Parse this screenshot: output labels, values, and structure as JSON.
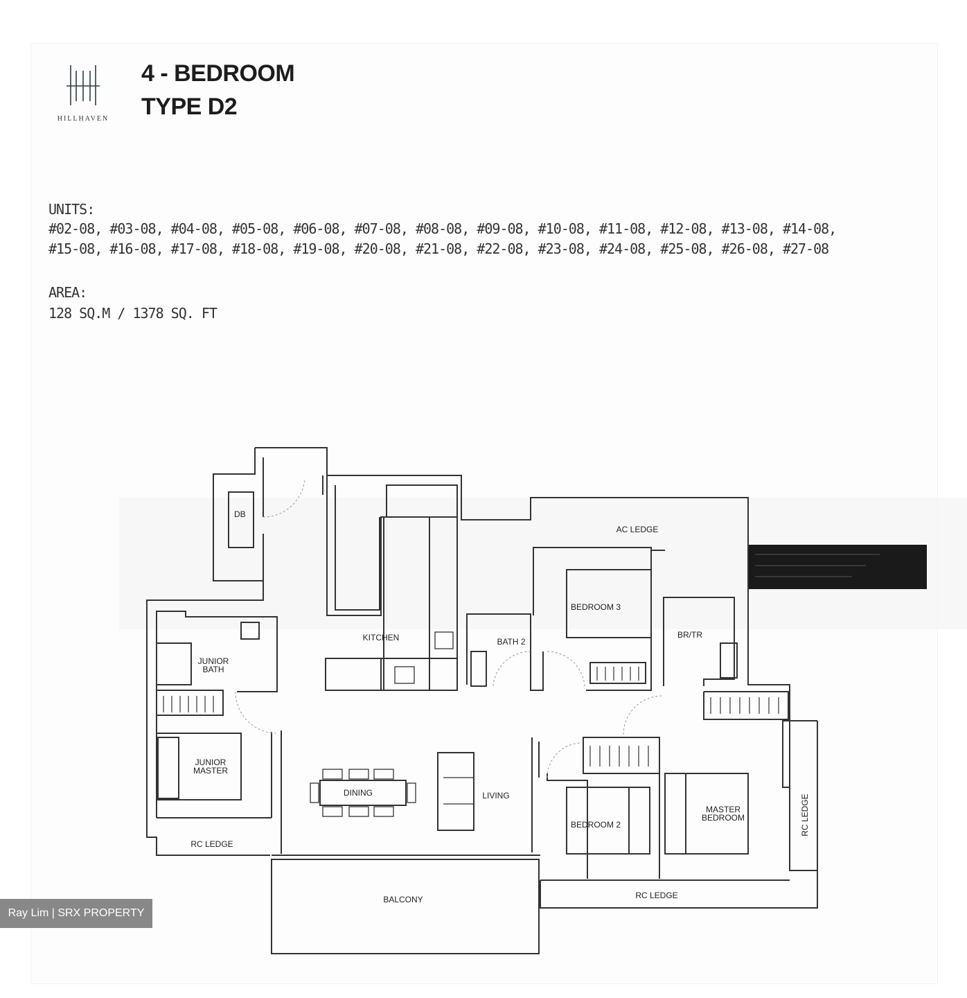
{
  "brand": {
    "name": "HILLHAVEN"
  },
  "header": {
    "title_line1": "4 - BEDROOM",
    "title_line2": "TYPE D2"
  },
  "units": {
    "label": "UNITS:",
    "line1": "#02-08, #03-08, #04-08, #05-08, #06-08, #07-08, #08-08, #09-08, #10-08, #11-08, #12-08, #13-08, #14-08,",
    "line2": "#15-08, #16-08, #17-08, #18-08, #19-08, #20-08, #21-08, #22-08, #23-08, #24-08, #25-08, #26-08, #27-08"
  },
  "area": {
    "label": "AREA:",
    "value": "128 SQ.M / 1378 SQ. FT"
  },
  "rooms": {
    "db": "DB",
    "ac_ledge": "AC LEDGE",
    "kitchen": "KITCHEN",
    "bath2": "BATH 2",
    "bedroom3": "BEDROOM 3",
    "brtr": "BR/TR",
    "junior_bath_1": "JUNIOR",
    "junior_bath_2": "BATH",
    "junior_master_1": "JUNIOR",
    "junior_master_2": "MASTER",
    "dining": "DINING",
    "living": "LIVING",
    "bedroom2": "BEDROOM 2",
    "master_1": "MASTER",
    "master_2": "BEDROOM",
    "rc_ledge_left": "RC LEDGE",
    "rc_ledge_right": "RC LEDGE",
    "rc_ledge_bottom": "RC LEDGE",
    "balcony": "BALCONY"
  },
  "watermark": {
    "text": "Ray Lim | SRX PROPERTY"
  }
}
